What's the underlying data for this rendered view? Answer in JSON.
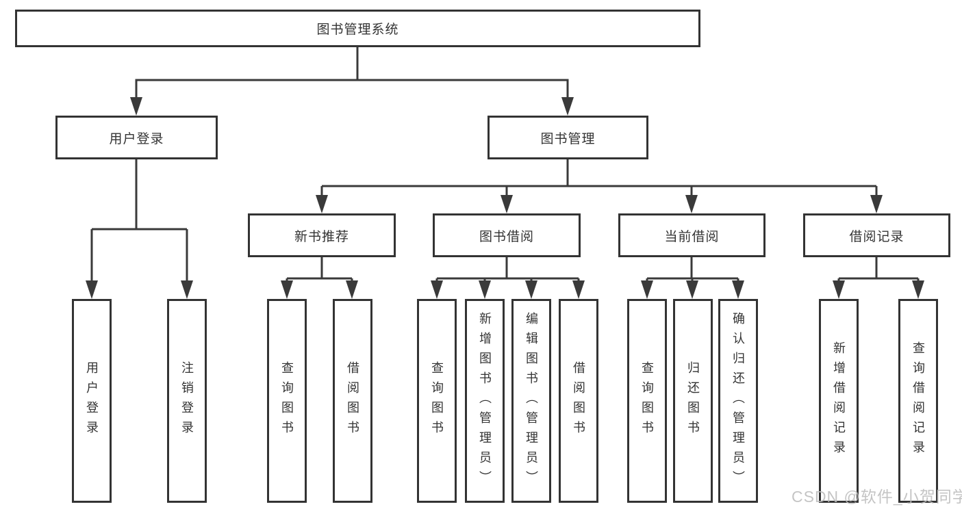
{
  "diagram": {
    "root_label": "图书管理系统",
    "branches": [
      {
        "label": "用户登录",
        "children": [
          "用户登录",
          "注销登录"
        ]
      },
      {
        "label": "图书管理",
        "groups": [
          {
            "label": "新书推荐",
            "children": [
              "查询图书",
              "借阅图书"
            ]
          },
          {
            "label": "图书借阅",
            "children": [
              "查询图书",
              "新增图书（管理员）",
              "编辑图书（管理员）",
              "借阅图书"
            ]
          },
          {
            "label": "当前借阅",
            "children": [
              "查询图书",
              "归还图书",
              "确认归还（管理员）"
            ]
          },
          {
            "label": "借阅记录",
            "children": [
              "新增借阅记录",
              "查询借阅记录"
            ]
          }
        ]
      }
    ]
  },
  "watermark": {
    "text": "CSDN @软件_小贺同学",
    "color": "#bdbdbd"
  },
  "colors": {
    "line": "#3a3a3a",
    "box_border": "#333333",
    "box_fill": "#ffffff",
    "text": "#333333"
  }
}
